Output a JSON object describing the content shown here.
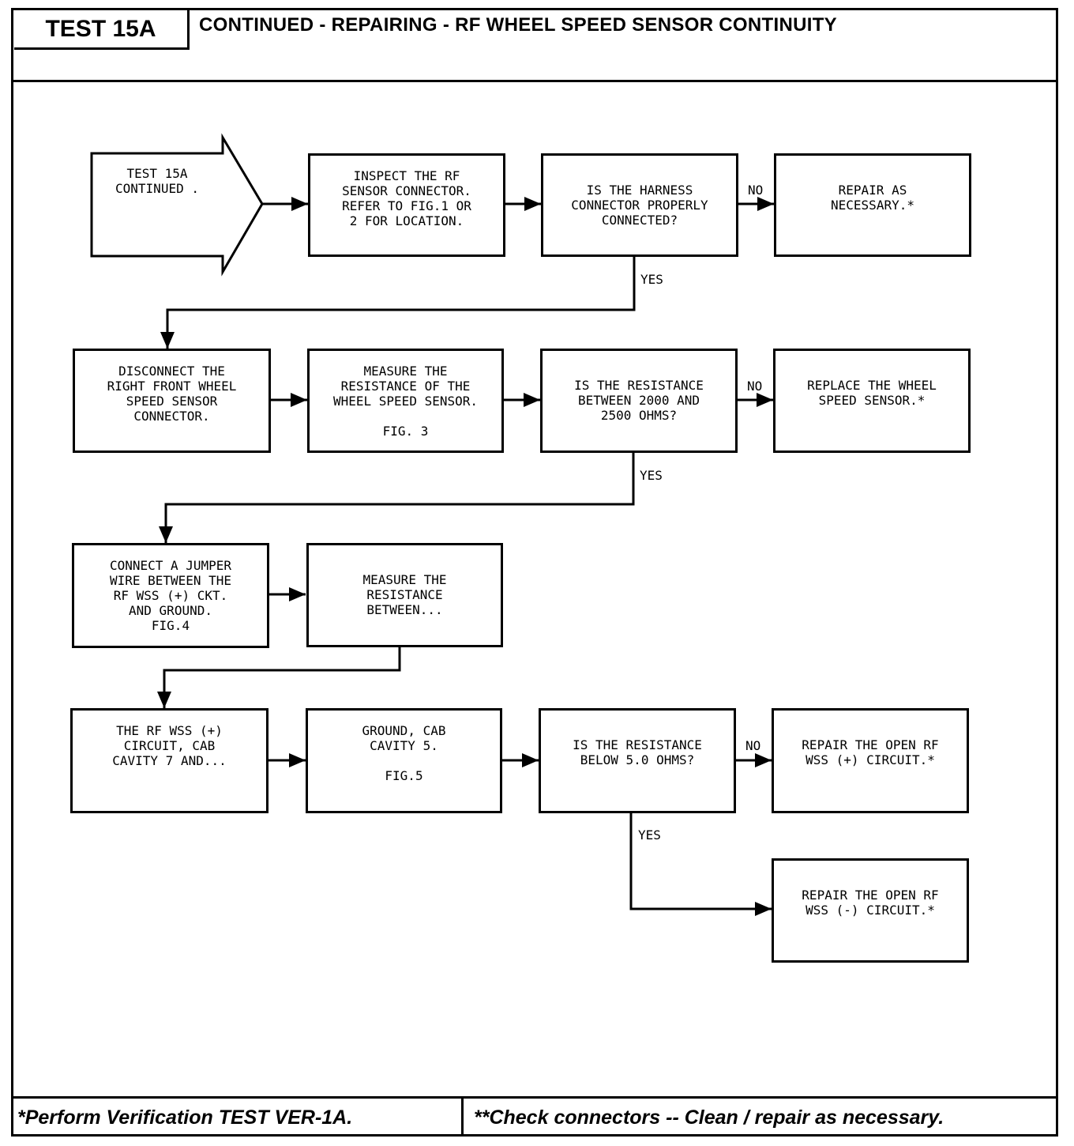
{
  "header": {
    "test_label": "TEST 15A",
    "title": "CONTINUED - REPAIRING - RF WHEEL SPEED SENSOR CONTINUITY"
  },
  "flow": {
    "start": "TEST 15A\nCONTINUED .",
    "inspect": "INSPECT THE RF\nSENSOR CONNECTOR.\nREFER TO FIG.1 OR\n2 FOR LOCATION.",
    "q_harness": "IS THE HARNESS\nCONNECTOR PROPERLY\nCONNECTED?",
    "repair_necessary": "REPAIR AS\nNECESSARY.*",
    "disconnect": "DISCONNECT THE\nRIGHT FRONT WHEEL\nSPEED SENSOR\nCONNECTOR.",
    "measure_sensor": "MEASURE THE\nRESISTANCE OF THE\nWHEEL SPEED SENSOR.\n\nFIG. 3",
    "q_resistance_range": "IS THE RESISTANCE\nBETWEEN 2000 AND\n2500 OHMS?",
    "replace_sensor": "REPLACE THE WHEEL\nSPEED SENSOR.*",
    "connect_jumper": "CONNECT A JUMPER\nWIRE BETWEEN THE\nRF WSS (+) CKT.\nAND GROUND.\nFIG.4",
    "measure_between": "MEASURE THE\nRESISTANCE\nBETWEEN...",
    "circuit_cavity": "THE RF WSS (+)\nCIRCUIT, CAB\nCAVITY 7 AND...",
    "ground_cavity": "GROUND, CAB\nCAVITY 5.\n\nFIG.5",
    "q_below_5": "IS THE RESISTANCE\nBELOW 5.0 OHMS?",
    "repair_open_plus": "REPAIR THE OPEN RF\nWSS (+) CIRCUIT.*",
    "repair_open_minus": "REPAIR THE OPEN RF\nWSS (-) CIRCUIT.*"
  },
  "labels": {
    "yes": "YES",
    "no": "NO"
  },
  "footer": {
    "left": "*Perform Verification TEST VER-1A.",
    "right": "**Check connectors -- Clean / repair as necessary."
  }
}
